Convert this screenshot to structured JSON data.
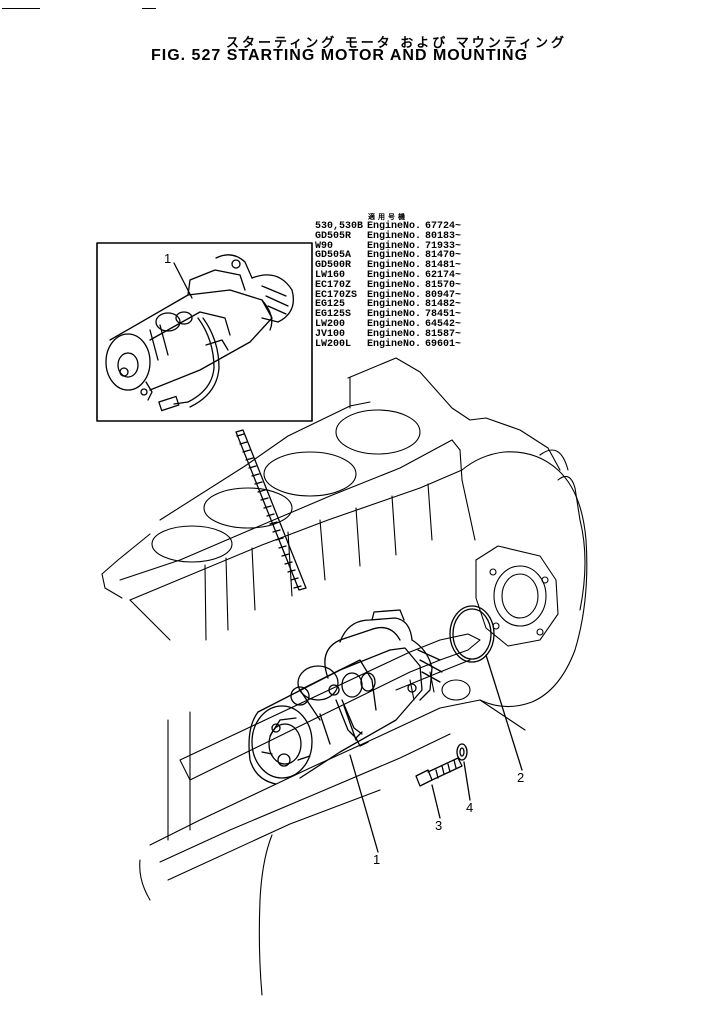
{
  "title": {
    "japanese": "スターティング モータ および マウンティング",
    "english": "FIG. 527  STARTING MOTOR AND MOUNTING"
  },
  "applicability": {
    "header": "適用号機",
    "rows": [
      {
        "model": "530,530B",
        "label": "Engine",
        "no": "No.",
        "serial": "67724~"
      },
      {
        "model": "GD505R",
        "label": "Engine",
        "no": "No.",
        "serial": "80183~"
      },
      {
        "model": "W90",
        "label": "Engine",
        "no": "No.",
        "serial": "71933~"
      },
      {
        "model": "GD505A",
        "label": "Engine",
        "no": "No.",
        "serial": "81470~"
      },
      {
        "model": "GD500R",
        "label": "Engine",
        "no": "No.",
        "serial": "81481~"
      },
      {
        "model": "LW160",
        "label": "Engine",
        "no": "No.",
        "serial": "62174~"
      },
      {
        "model": "EC170Z",
        "label": "Engine",
        "no": "No.",
        "serial": "81570~"
      },
      {
        "model": "EC170ZS",
        "label": "Engine",
        "no": "No.",
        "serial": "80947~"
      },
      {
        "model": "EG125",
        "label": "Engine",
        "no": "No.",
        "serial": "81482~"
      },
      {
        "model": "EG125S",
        "label": "Engine",
        "no": "No.",
        "serial": "78451~"
      },
      {
        "model": "LW200",
        "label": "Engine",
        "no": "No.",
        "serial": "64542~"
      },
      {
        "model": "JV100",
        "label": "Engine",
        "no": "No.",
        "serial": "81587~"
      },
      {
        "model": "LW200L",
        "label": "Engine",
        "no": "No.",
        "serial": "69601~"
      }
    ]
  },
  "callouts": {
    "inset_1": "1",
    "main_1": "1",
    "main_2": "2",
    "main_3": "3",
    "main_4": "4"
  }
}
